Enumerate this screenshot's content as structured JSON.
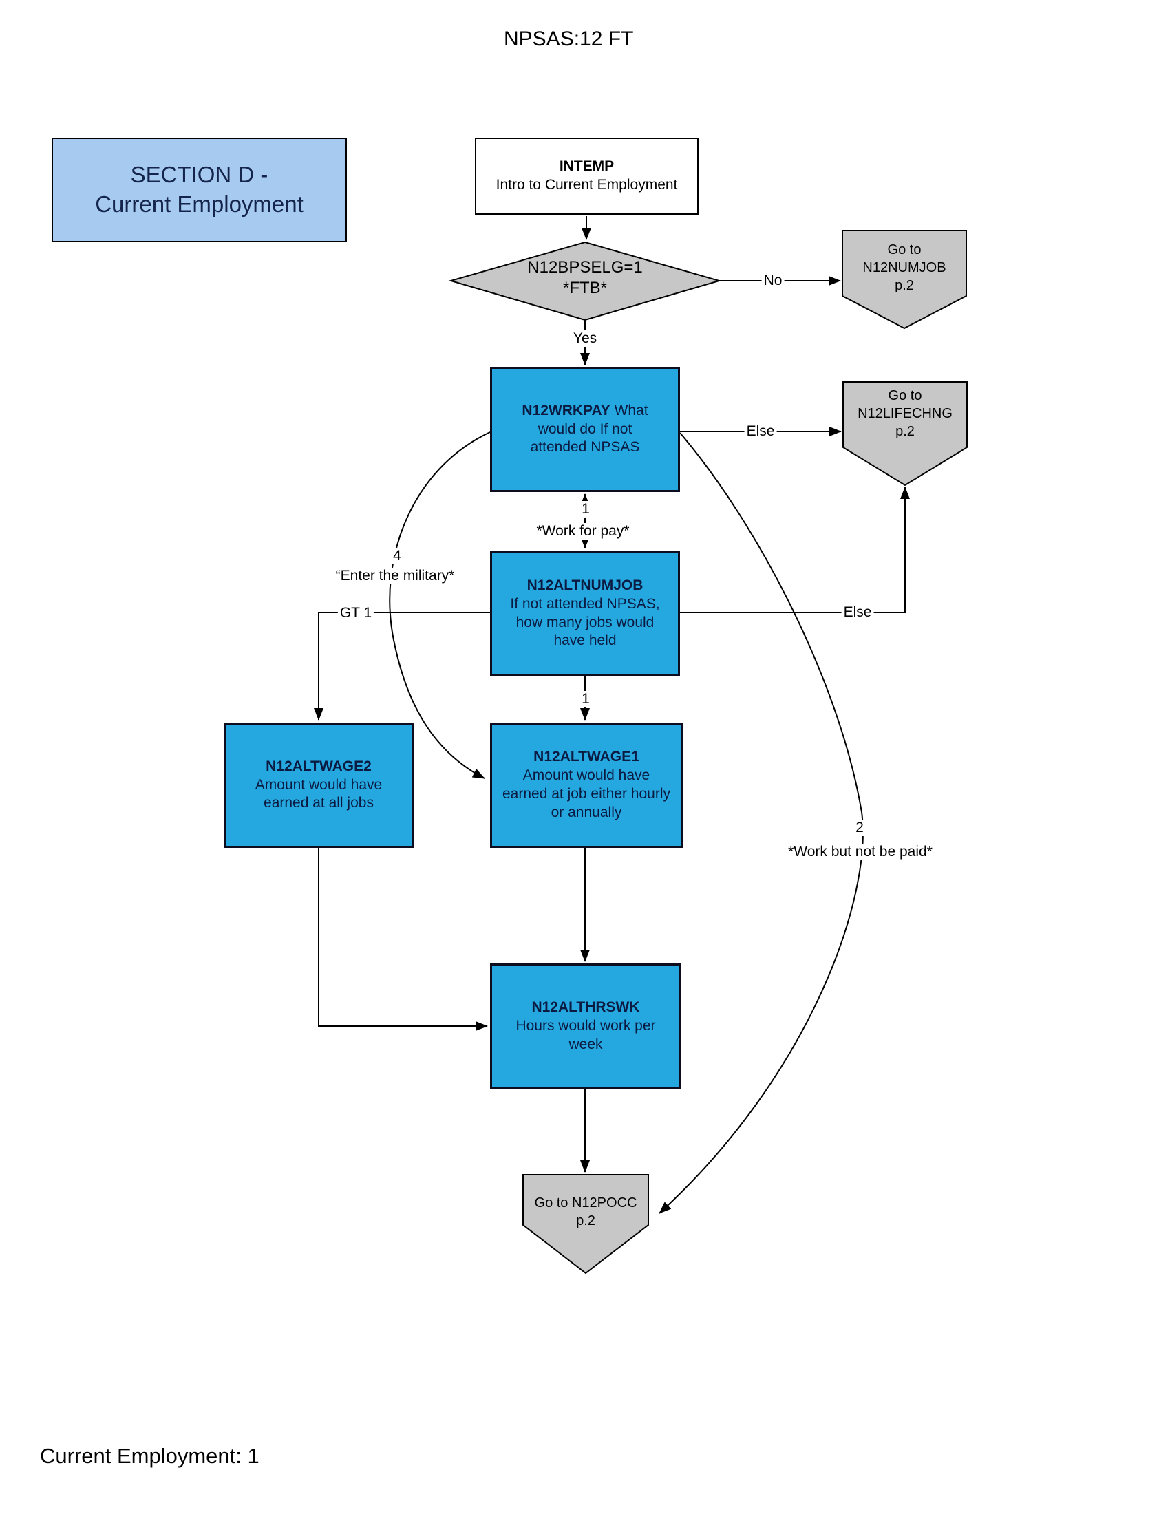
{
  "page": {
    "title": "NPSAS:12 FT",
    "footer": "Current Employment: 1"
  },
  "section": {
    "text": "SECTION D -\nCurrent Employment"
  },
  "nodes": {
    "intemp": {
      "title": "INTEMP",
      "desc": "Intro to Current Employment"
    },
    "decision": {
      "text": "N12BPSELG=1\n*FTB*"
    },
    "wrkpay": {
      "title": "N12WRKPAY",
      "title_suffix": " What",
      "desc": "would do If not\nattended NPSAS"
    },
    "altnumjob": {
      "title": "N12ALTNUMJOB",
      "desc": "If not attended NPSAS,\nhow many jobs would\nhave held"
    },
    "altwage2": {
      "title": "N12ALTWAGE2",
      "desc": "Amount would have\nearned at all jobs"
    },
    "altwage1": {
      "title": "N12ALTWAGE1",
      "desc": "Amount would have\nearned at job either hourly\nor annually"
    },
    "althrswk": {
      "title": "N12ALTHRSWK",
      "desc": "Hours would work per\nweek"
    }
  },
  "terminals": {
    "numjob": {
      "text": "Go to\nN12NUMJOB\np.2"
    },
    "lifechng": {
      "text": "Go to\nN12LIFECHNG\np.2"
    },
    "pocc": {
      "text": "Go to N12POCC\np.2"
    }
  },
  "edge_labels": {
    "no": "No",
    "yes": "Yes",
    "else_wrkpay": "Else",
    "else_altnumjob": "Else",
    "gt1": "GT 1",
    "one_workpay": "1",
    "work_for_pay": "*Work for pay*",
    "four": "4",
    "enter_military": "“Enter the military*",
    "one": "1",
    "two": "2",
    "work_not_paid": "*Work but not be paid*"
  },
  "colors": {
    "node_blue": "#25A8E0",
    "section_blue": "#A6CAF0",
    "shape_gray": "#C7C7C7",
    "node_text_navy": "#0B1A40",
    "line": "#000000"
  }
}
